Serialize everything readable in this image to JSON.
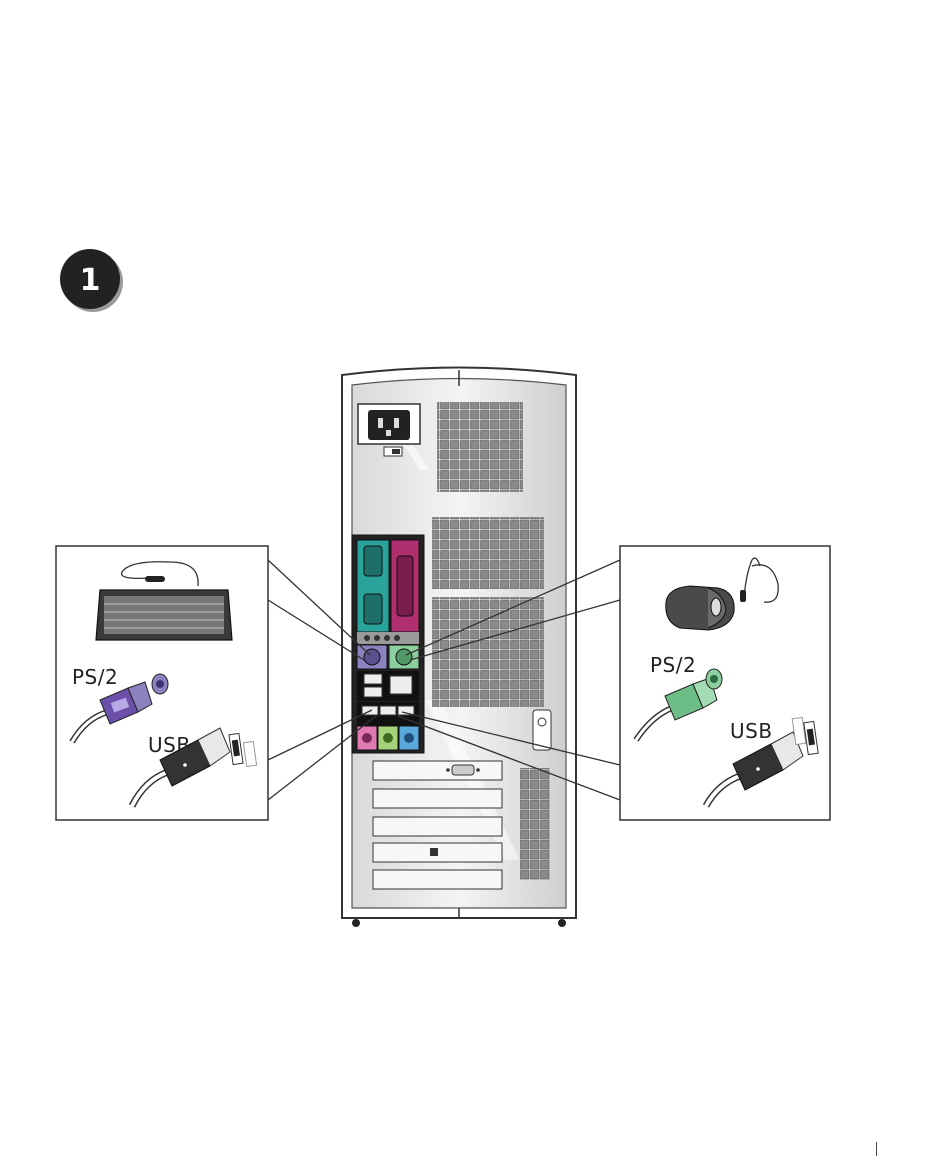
{
  "step": {
    "number": "1"
  },
  "keyboard_panel": {
    "ps2_label": "PS/2",
    "usb_label": "USB"
  },
  "mouse_panel": {
    "ps2_label": "PS/2",
    "usb_label": "USB"
  },
  "colors": {
    "keyboard_port": "#8c82c0",
    "mouse_port": "#8ccf9e",
    "serial_panel": "#2aa39a",
    "parallel_panel": "#b0306f",
    "audio_pink": "#e07ab0",
    "audio_green": "#a5d27a",
    "audio_blue": "#5aa9dc",
    "step_circle": "#222222"
  },
  "icons": [
    "step-number-icon",
    "keyboard-icon",
    "mouse-icon",
    "ps2-connector-icon",
    "usb-connector-icon",
    "usb-port-icon",
    "ps2-port-icon",
    "power-connector-icon"
  ]
}
